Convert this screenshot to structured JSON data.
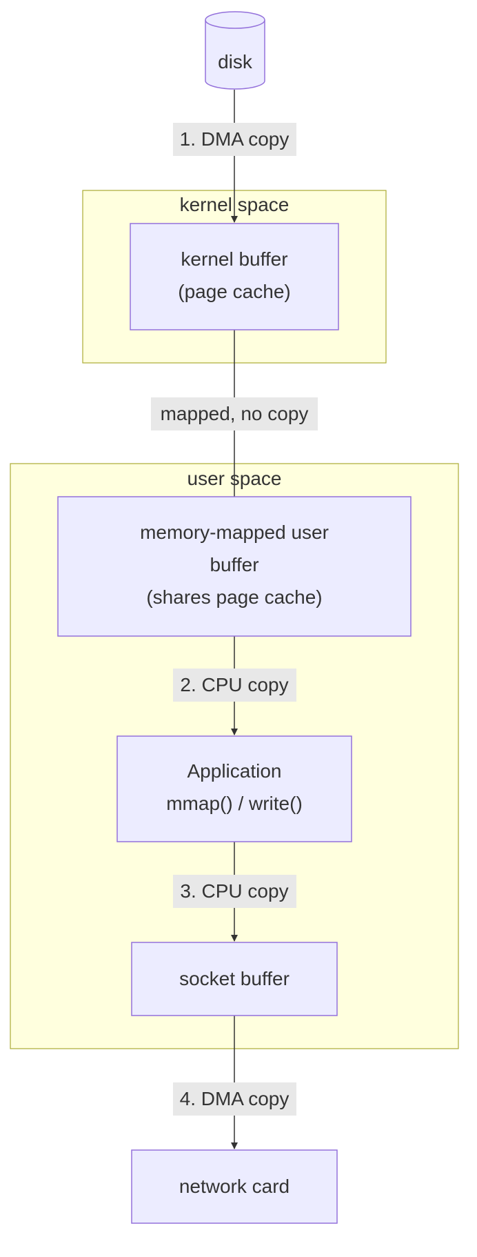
{
  "diagram": {
    "nodes": {
      "disk": {
        "lines": [
          "disk"
        ]
      },
      "kernel_buffer": {
        "lines": [
          "kernel buffer",
          "(page cache)"
        ]
      },
      "user_buffer": {
        "lines": [
          "memory-mapped user",
          "buffer",
          "(shares page cache)"
        ]
      },
      "application": {
        "lines": [
          "Application",
          "mmap() / write()"
        ]
      },
      "socket_buffer": {
        "lines": [
          "socket buffer"
        ]
      },
      "network_card": {
        "lines": [
          "network card"
        ]
      }
    },
    "groups": {
      "kernel_space": "kernel space",
      "user_space": "user space"
    },
    "edges": {
      "dma_copy_1": "1. DMA copy",
      "mapped": "mapped, no copy",
      "cpu_copy_2": "2. CPU copy",
      "cpu_copy_3": "3. CPU copy",
      "dma_copy_4": "4. DMA copy"
    },
    "colors": {
      "node_fill": "#ececff",
      "node_border": "#9370db",
      "group_fill": "#ffffde",
      "group_border": "#aaaa33",
      "edge": "#333333",
      "label_bg": "#e8e8e8",
      "text": "#333333"
    }
  }
}
